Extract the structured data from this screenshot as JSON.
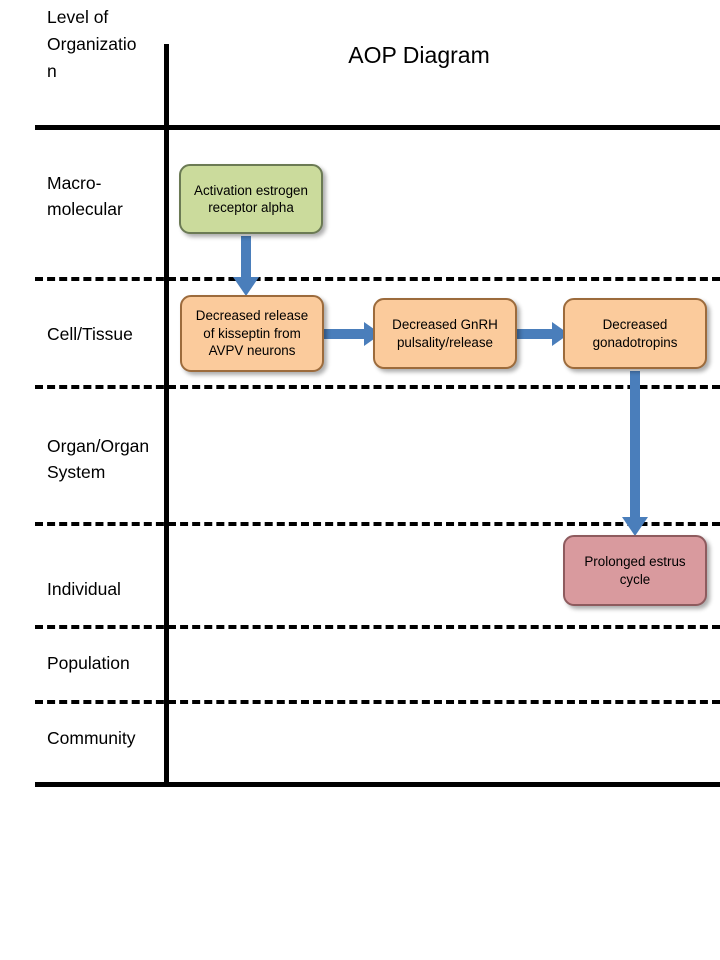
{
  "page": {
    "title": "AOP Diagram",
    "background": "#ffffff"
  },
  "axis": {
    "header_label": "Level of\nOrganizatio\nn",
    "line_color": "#000000"
  },
  "levels": [
    {
      "id": "macromolecular",
      "label": "Macro-\nmolecular"
    },
    {
      "id": "cell-tissue",
      "label": "Cell/Tissue"
    },
    {
      "id": "organ-system",
      "label": "Organ/Organ\nSystem"
    },
    {
      "id": "individual",
      "label": "Individual"
    },
    {
      "id": "population",
      "label": "Population"
    },
    {
      "id": "community",
      "label": "Community"
    }
  ],
  "nodes": [
    {
      "id": "activation-estrogen-receptor-alpha",
      "label": "Activation estrogen\nreceptor alpha",
      "level": "macromolecular",
      "fill": "#CBDB9C",
      "border": "#6B7A54"
    },
    {
      "id": "decreased-kisseptin-release",
      "label": "Decreased release\nof kisseptin from\nAVPV neurons",
      "level": "cell-tissue",
      "fill": "#FBCB9C",
      "border": "#9C6B3C"
    },
    {
      "id": "decreased-gnrh-pulsality",
      "label": "Decreased GnRH\npulsality/release",
      "level": "cell-tissue",
      "fill": "#FBCB9C",
      "border": "#9C6B3C"
    },
    {
      "id": "decreased-gonadotropins",
      "label": "Decreased\ngonadotropins",
      "level": "cell-tissue",
      "fill": "#FBCB9C",
      "border": "#9C6B3C"
    },
    {
      "id": "prolonged-estrus-cycle",
      "label": "Prolonged estrus\ncycle",
      "level": "individual",
      "fill": "#D99A9E",
      "border": "#8E5B5E"
    }
  ],
  "arrows": [
    {
      "id": "arrow-er-to-kisseptin",
      "from": "activation-estrogen-receptor-alpha",
      "to": "decreased-kisseptin-release",
      "direction": "down",
      "color": "#4A7EBB"
    },
    {
      "id": "arrow-kisseptin-to-gnrh",
      "from": "decreased-kisseptin-release",
      "to": "decreased-gnrh-pulsality",
      "direction": "right",
      "color": "#4A7EBB"
    },
    {
      "id": "arrow-gnrh-to-gonadotropins",
      "from": "decreased-gnrh-pulsality",
      "to": "decreased-gonadotropins",
      "direction": "right",
      "color": "#4A7EBB"
    },
    {
      "id": "arrow-gonadotropins-to-estrus",
      "from": "decreased-gonadotropins",
      "to": "prolonged-estrus-cycle",
      "direction": "down",
      "color": "#4A7EBB"
    }
  ]
}
